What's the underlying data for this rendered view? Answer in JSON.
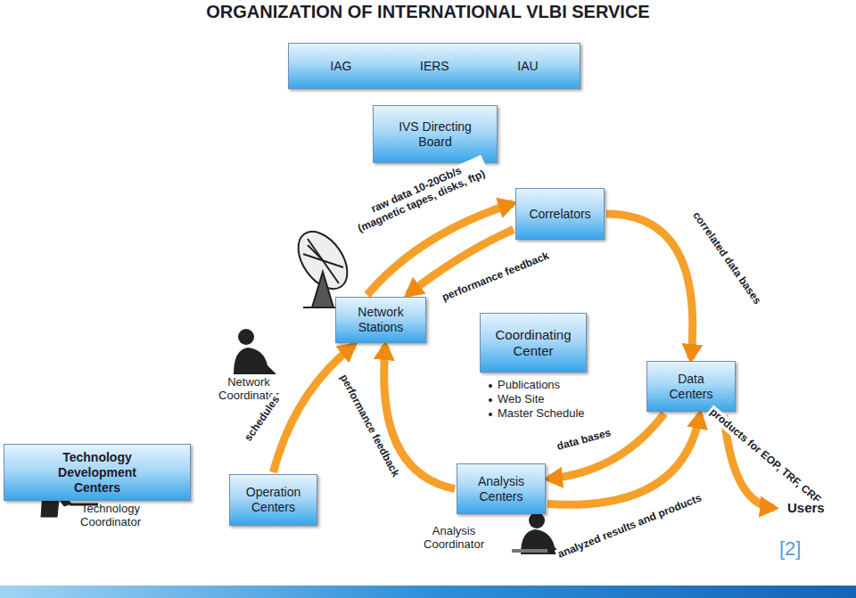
{
  "diagram": {
    "title": "ORGANIZATION OF INTERNATIONAL VLBI SERVICE",
    "nodes": [
      {
        "text": [
          "IAG",
          "IERS",
          "IAU"
        ]
      },
      {
        "text": [
          "IVS Directing Board"
        ]
      },
      {
        "text": [
          "Correlators"
        ]
      },
      {
        "text": [
          "Network Stations"
        ]
      },
      {
        "text": [
          "Coordinating Center"
        ]
      },
      {
        "text": [
          "Data Centers"
        ]
      },
      {
        "text": [
          "Technology Development Centers"
        ]
      },
      {
        "text": [
          "Operation Centers"
        ]
      },
      {
        "text": [
          "Analysis Centers"
        ]
      }
    ],
    "edges": [
      {
        "from": 3,
        "to": 2,
        "arrow": "to",
        "label": "raw data 10-20Gb/s (magnetic tapes, disks, ftp)"
      },
      {
        "from": 2,
        "to": 3,
        "arrow": "to",
        "label": "performance feedback"
      },
      {
        "from": 2,
        "to": 5,
        "arrow": "to",
        "label": "correlated data bases"
      },
      {
        "from": 5,
        "to": 8,
        "arrow": "to",
        "label": "data bases"
      },
      {
        "from": 8,
        "to": 5,
        "arrow": "to",
        "label": "analyzed results and products"
      },
      {
        "from": 7,
        "to": 3,
        "arrow": "to",
        "label": "schedules"
      },
      {
        "from": 8,
        "to": 3,
        "arrow": "to",
        "label": "performance feedback"
      }
    ],
    "labels": [
      "Publications",
      "Web Site",
      "Master Schedule",
      "Network Coordinator",
      "Technology Coordinator",
      "Analysis Coordinator",
      "products for EOP, TRF, CRF",
      "Users",
      "[2]"
    ]
  }
}
